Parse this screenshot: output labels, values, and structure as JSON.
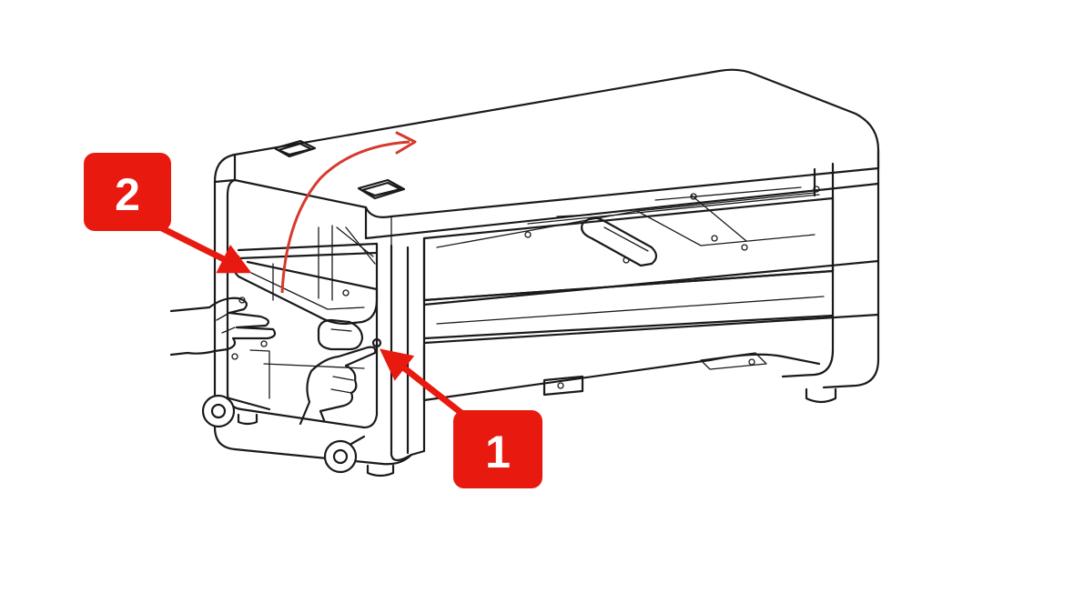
{
  "callouts": [
    {
      "label": "1",
      "color": "#e8190f"
    },
    {
      "label": "2",
      "color": "#e8190f"
    }
  ],
  "colors": {
    "callout_fill": "#e8190f",
    "arrow": "#d63a2e",
    "line_art": "#1a1a1a",
    "background": "#ffffff"
  },
  "icons": [
    "machine-line-art",
    "pointing-hand-icon",
    "gripping-hand-icon",
    "lift-direction-arrow"
  ]
}
